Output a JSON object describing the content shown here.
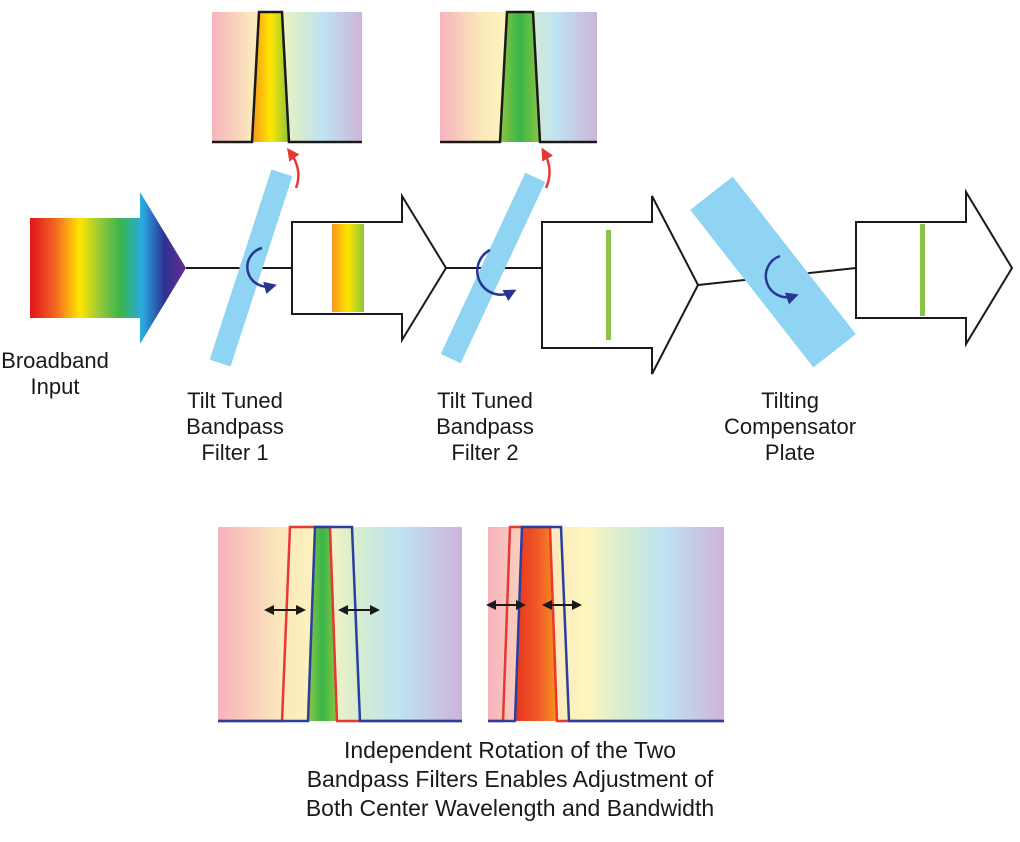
{
  "labels": {
    "input": [
      "Broadband",
      "Input"
    ],
    "filter1": [
      "Tilt Tuned",
      "Bandpass",
      "Filter 1"
    ],
    "filter2": [
      "Tilt Tuned",
      "Bandpass",
      "Filter 2"
    ],
    "compensator": [
      "Tilting",
      "Compensator",
      "Plate"
    ]
  },
  "caption": [
    "Independent Rotation of the Two",
    "Bandpass Filters Enables Adjustment of",
    "Both Center Wavelength and Bandwidth"
  ],
  "colors": {
    "filter_plate": "#8fd4f2",
    "rotation_arrow": "#283593",
    "tilt_arrow": "#e53935",
    "passband_red_filter": "#e53935",
    "passband_blue_filter": "#2b3f9e",
    "outline": "#1a1a1a",
    "narrowband_line": "#8bc34a"
  },
  "icons": {
    "rotation": "circular-rotation-arrow-icon",
    "tilt": "curved-tilt-arrow-icon",
    "adjust": "double-headed-arrow-icon"
  }
}
